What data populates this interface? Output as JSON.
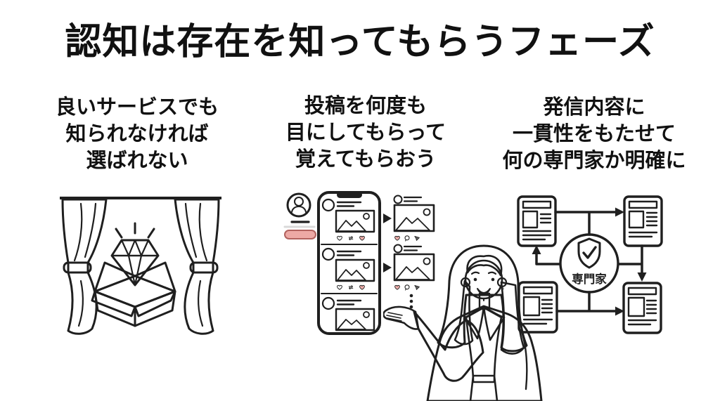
{
  "title": "認知は存在を知ってもらうフェーズ",
  "columns": [
    {
      "caption_lines": [
        "良いサービスでも",
        "知られなければ",
        "選ばれない"
      ],
      "illustration": "diamond-in-box-on-stage"
    },
    {
      "caption_lines": [
        "投稿を何度も",
        "目にしてもらって",
        "覚えてもらおう"
      ],
      "illustration": "smartphone-sns-feed-repeated-posts"
    },
    {
      "caption_lines": [
        "発信内容に",
        "一貫性をもたせて",
        "何の専門家か明確に"
      ],
      "illustration": "consistent-articles-expert-hub"
    }
  ],
  "expert_badge_label": "専門家",
  "colors": {
    "background": "#FFFFFF",
    "text": "#111111",
    "outline": "#1F1F1F",
    "pink": "#F2ACA8",
    "light_blue": "#B7D3E8",
    "pale_blue_doc": "#CFE6F2",
    "light_gray": "#D9D9D9",
    "doc_gray": "#F0F0EE",
    "badge_pink": "#F3B3AF",
    "shield_blue": "#B9D8F0",
    "skin": "#F6E0CC",
    "hair_brown": "#4E3D33",
    "jacket_gray": "#E9E9E7",
    "skirt_navy": "#47596B"
  }
}
